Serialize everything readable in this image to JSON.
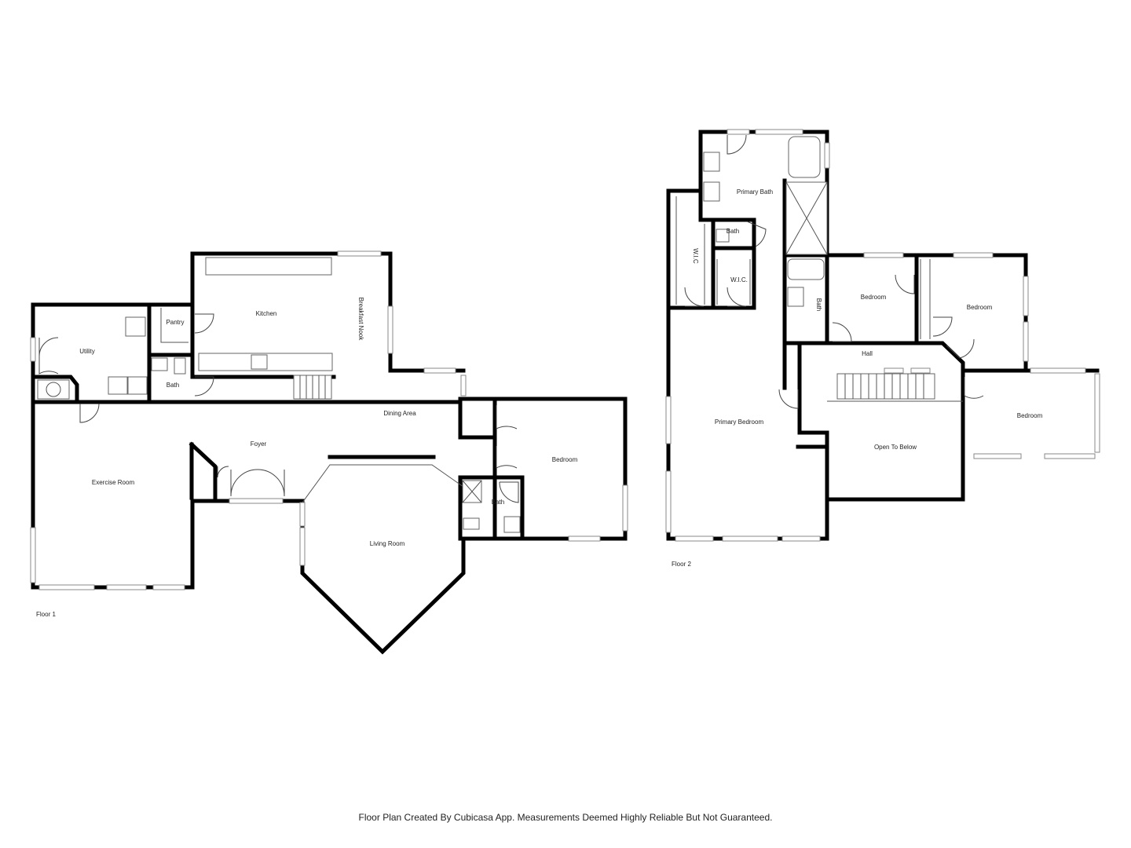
{
  "floor1": {
    "label": "Floor 1",
    "rooms": {
      "utility": "Utility",
      "pantry": "Pantry",
      "kitchen": "Kitchen",
      "breakfast_nook": "Breakfast Nook",
      "bath_small": "Bath",
      "dining_area": "Dining Area",
      "foyer": "Foyer",
      "exercise_room": "Exercise Room",
      "living_room": "Living Room",
      "bedroom": "Bedroom",
      "bath_bedroom": "Bath"
    }
  },
  "floor2": {
    "label": "Floor 2",
    "rooms": {
      "primary_bath": "Primary Bath",
      "bath_small": "Bath",
      "wic_1": "W.I.C",
      "wic_2": "W.I.C.",
      "bath_side": "Bath",
      "bedroom_1": "Bedroom",
      "bedroom_2": "Bedroom",
      "hall": "Hall",
      "primary_bedroom": "Primary Bedroom",
      "open_to_below": "Open To Below",
      "bedroom_3": "Bedroom"
    }
  },
  "footer": "Floor Plan Created By Cubicasa App. Measurements Deemed Highly Reliable But Not Guaranteed."
}
